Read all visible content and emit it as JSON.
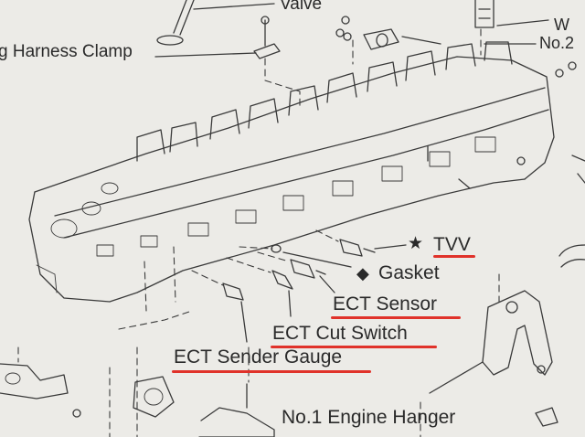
{
  "labels": {
    "valve": "Valve",
    "harness_clamp": "g Harness Clamp",
    "no2": "No.2",
    "w_partial": "W",
    "tvv_mark": "★",
    "tvv": "TVV",
    "gasket_mark": "◆",
    "gasket": "Gasket",
    "ect_sensor": "ECT Sensor",
    "ect_cut_switch": "ECT Cut Switch",
    "ect_sender_gauge": "ECT Sender Gauge",
    "engine_hanger": "No.1 Engine Hanger"
  },
  "colors": {
    "ink": "#2a2a2a",
    "paper": "#ecebe7",
    "underline": "#e0322a"
  }
}
